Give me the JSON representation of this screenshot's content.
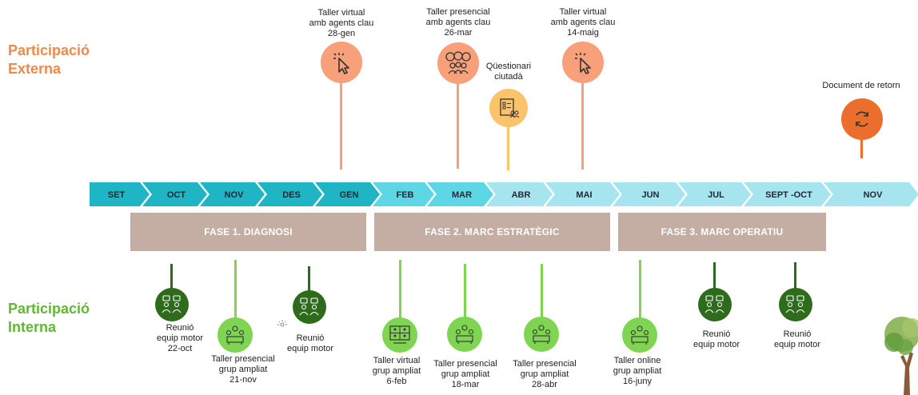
{
  "sections": {
    "external": [
      "Participació",
      "Externa"
    ],
    "internal": [
      "Participació",
      "Interna"
    ]
  },
  "timeline": {
    "months": [
      "SET",
      "OCT",
      "NOV",
      "DES",
      "GEN",
      "FEB",
      "MAR",
      "ABR",
      "MAI",
      "JUN",
      "JUL",
      "SEPT -OCT",
      "NOV"
    ]
  },
  "phases": [
    "FASE 1. DIAGNOSI",
    "FASE 2. MARC ESTRATÈGIC",
    "FASE 3. MARC OPERATIU"
  ],
  "external_events": [
    {
      "lines": [
        "Taller virtual",
        "amb agents clau",
        "28-gen"
      ],
      "icon": "cursor-click-icon"
    },
    {
      "lines": [
        "Taller presencial",
        "amb agents clau",
        "26-mar"
      ],
      "icon": "people-chat-icon"
    },
    {
      "lines": [
        "Qüestionari",
        "ciutadà"
      ],
      "icon": "questionnaire-icon"
    },
    {
      "lines": [
        "Taller virtual",
        "amb agents clau",
        "14-maig"
      ],
      "icon": "cursor-click-icon"
    },
    {
      "lines": [
        "Document de retorn"
      ],
      "icon": "refresh-icon"
    }
  ],
  "internal_events": [
    {
      "lines": [
        "Reunió",
        "equip motor",
        "22-oct"
      ],
      "icon": "team-meeting-icon"
    },
    {
      "lines": [
        "Taller presencial",
        "grup ampliat",
        "21-nov"
      ],
      "icon": "workshop-table-icon"
    },
    {
      "lines": [
        "Reunió",
        "equip motor"
      ],
      "icon": "team-meeting-icon"
    },
    {
      "lines": [
        "Taller virtual",
        "grup ampliat",
        "6-feb"
      ],
      "icon": "video-call-icon"
    },
    {
      "lines": [
        "Taller presencial",
        "grup ampliat",
        "18-mar"
      ],
      "icon": "workshop-table-icon"
    },
    {
      "lines": [
        "Taller presencial",
        "grup ampliat",
        "28-abr"
      ],
      "icon": "workshop-table-icon"
    },
    {
      "lines": [
        "Taller online",
        "grup ampliat",
        "16-juny"
      ],
      "icon": "workshop-table-icon"
    },
    {
      "lines": [
        "Reunió",
        "equip motor"
      ],
      "icon": "team-meeting-icon"
    },
    {
      "lines": [
        "Reunió",
        "equip motor"
      ],
      "icon": "team-meeting-icon"
    }
  ],
  "colors": {
    "external_title": "#f08a4b",
    "internal_title": "#62b833",
    "arrow_dark": "#1fb5c4",
    "arrow_mid": "#5dd6e6",
    "arrow_light": "#a6e4ef",
    "phase_box": "#c4aea3",
    "ext_circle": "#f7a07a",
    "ext_circle_yellow": "#fbc46a",
    "ext_circle_dark": "#ec6e2d",
    "int_dark": "#2f6b1c",
    "int_light": "#7fd452"
  }
}
